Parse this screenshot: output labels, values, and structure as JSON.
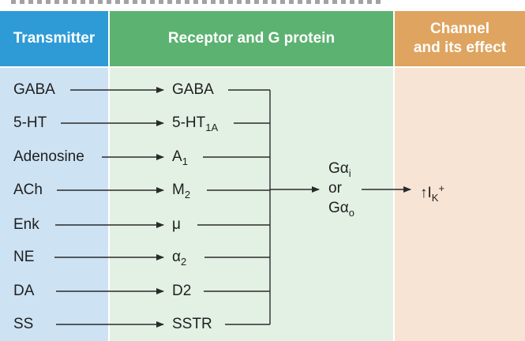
{
  "colors": {
    "transmitter_header": "#2e9bd6",
    "transmitter_body": "#cde2f3",
    "receptor_header": "#5cb271",
    "receptor_body": "#e3f1e5",
    "channel_header": "#dfa460",
    "channel_body": "#f8e4d4",
    "lines": "#2a2a2a"
  },
  "headers": {
    "transmitter": "Transmitter",
    "receptor": "Receptor and G protein",
    "channel_line1": "Channel",
    "channel_line2": "and its effect"
  },
  "transmitters": [
    "GABA",
    "5-HT",
    "Adenosine",
    "ACh",
    "Enk",
    "NE",
    "DA",
    "SS"
  ],
  "receptors": [
    {
      "base": "GABA",
      "sub": ""
    },
    {
      "base": "5-HT",
      "sub": "1A"
    },
    {
      "base": "A",
      "sub": "1"
    },
    {
      "base": "M",
      "sub": "2"
    },
    {
      "base": "μ",
      "sub": ""
    },
    {
      "base": "α",
      "sub": "2"
    },
    {
      "base": "D2",
      "sub": ""
    },
    {
      "base": "SSTR",
      "sub": ""
    }
  ],
  "g_protein": {
    "line1_base": "Gα",
    "line1_sub": "i",
    "or": "or",
    "line3_base": "Gα",
    "line3_sub": "o"
  },
  "effect": {
    "arrow": "↑",
    "base": "I",
    "sub": "K",
    "sup": "+"
  }
}
